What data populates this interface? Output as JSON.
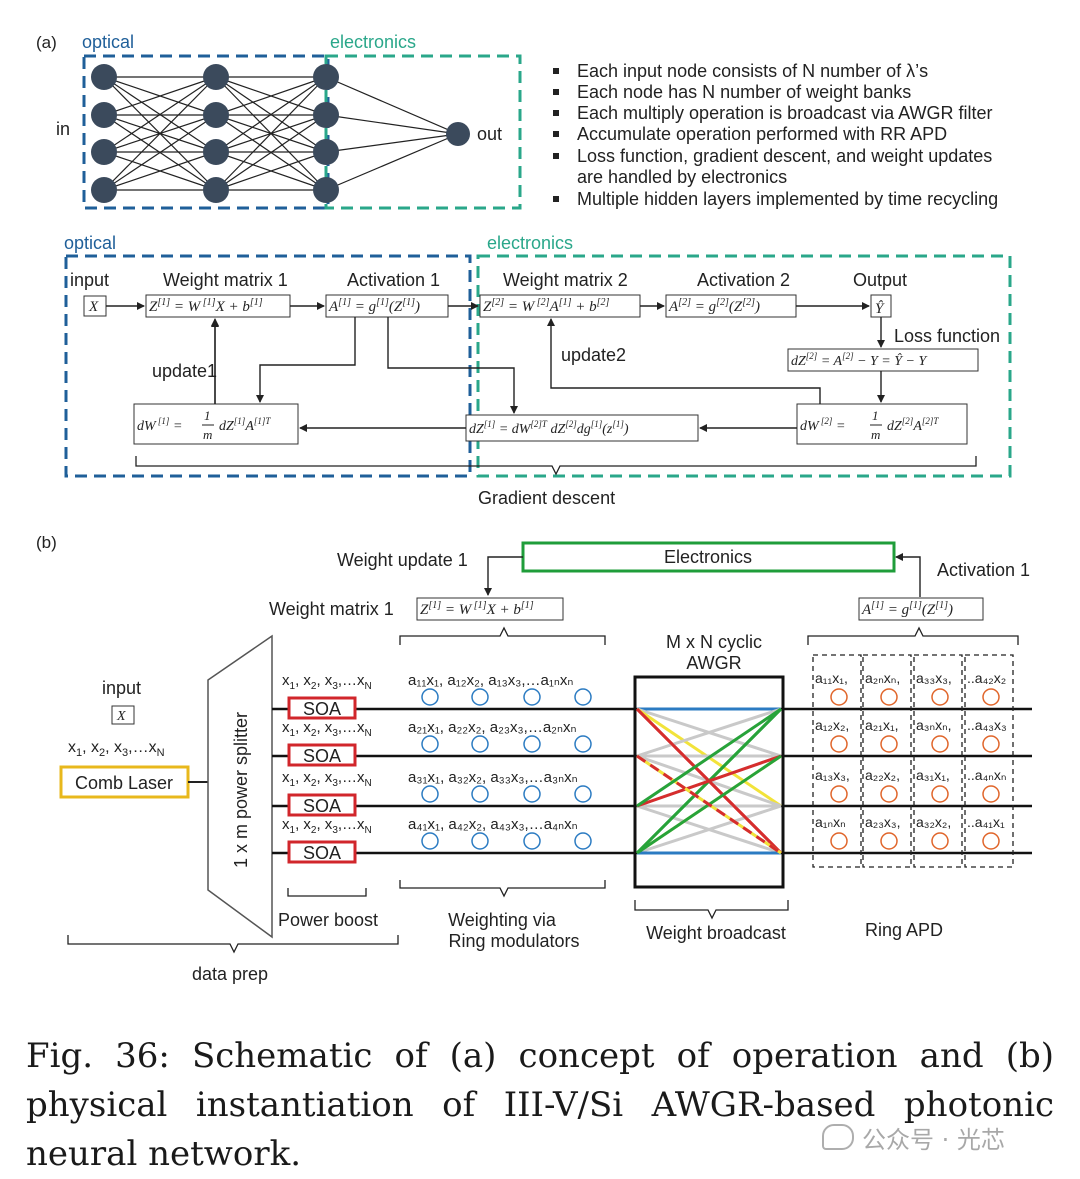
{
  "panel_a": {
    "label": "(a)",
    "nn": {
      "optical": "optical",
      "electronics": "electronics",
      "in": "in",
      "out": "out"
    },
    "bullets": [
      "Each input node consists of N number of λ’s",
      "Each node has N number of weight banks",
      "Each multiply operation is broadcast via AWGR filter",
      "Accumulate operation performed with RR APD",
      "Loss function, gradient descent, and weight updates",
      "are handled by electronics",
      "Multiple hidden layers implemented by time recycling"
    ],
    "flow": {
      "optical": "optical",
      "electronics": "electronics",
      "headers": [
        "input",
        "Weight matrix 1",
        "Activation 1",
        "Weight matrix 2",
        "Activation 2",
        "Output",
        "Loss function"
      ],
      "update1": "update1",
      "update2": "update2",
      "gradient": "Gradient descent"
    }
  },
  "panel_b": {
    "label": "(b)",
    "electronics": "Electronics",
    "weight_update": "Weight update 1",
    "activation": "Activation 1",
    "weight_matrix": "Weight matrix 1",
    "input": "input",
    "comb_laser": "Comb Laser",
    "splitter": "1 x m power splitter",
    "soa": "SOA",
    "awgr_line1": "M x N cyclic",
    "awgr_line2": "AWGR",
    "power_boost": "Power boost",
    "weighting_line1": "Weighting via",
    "weighting_line2": "Ring modulators",
    "weight_broadcast": "Weight broadcast",
    "ring_apd": "Ring APD",
    "data_prep": "data prep"
  },
  "caption": "Fig. 36: Schematic of (a) concept of operation and (b) physical instantiation of III-V/Si AWGR-based photonic neural network.",
  "watermark": "公众号 · 光芯",
  "colors": {
    "optical": "#1f5f99",
    "electronics": "#2aa78a",
    "node": "#3b4a5c",
    "laser": "#e8b81c",
    "soa": "#d1262b",
    "elec_box": "#1f9d3a",
    "ring_blue": "#2b7bc2",
    "ring_orange": "#e0652a"
  }
}
